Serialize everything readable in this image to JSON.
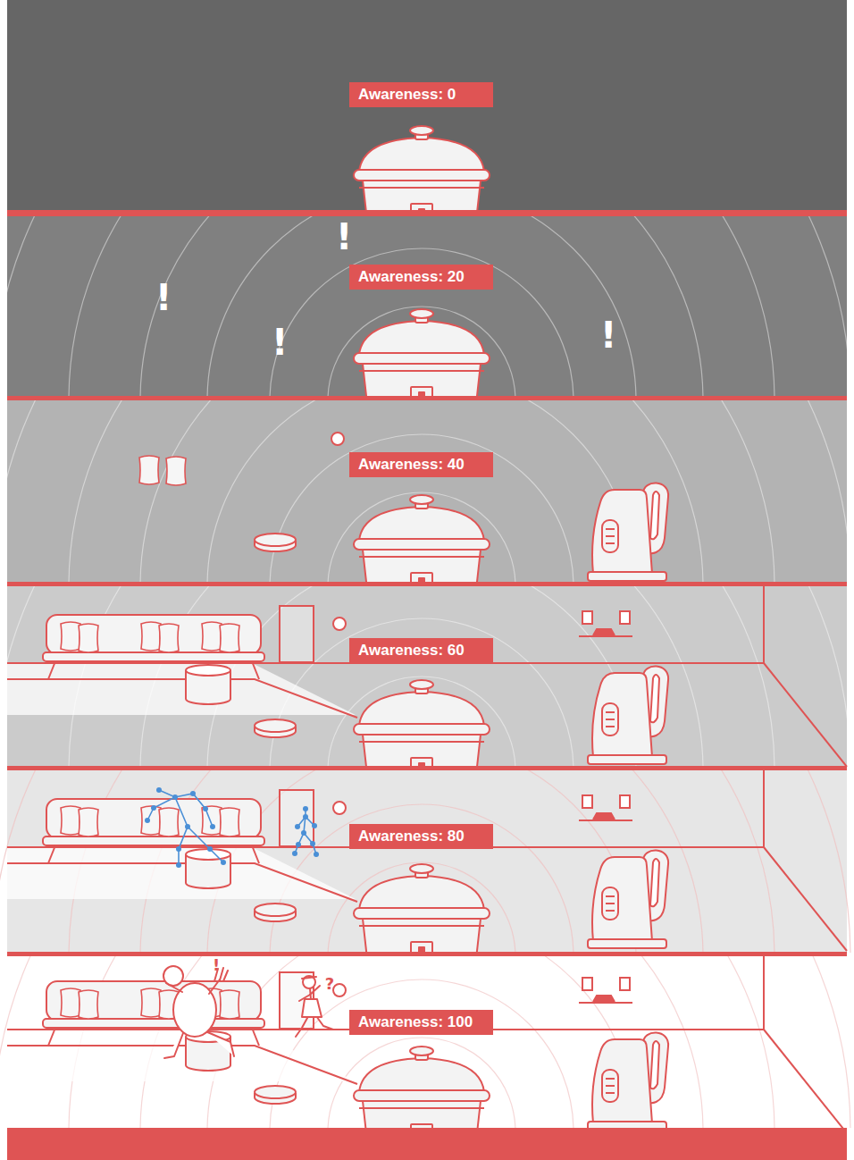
{
  "diagram": {
    "nodes": [
      {
        "text": [
          "Awareness: 0"
        ]
      },
      {
        "text": [
          "Awareness: 20"
        ]
      },
      {
        "text": [
          "Awareness: 40"
        ]
      },
      {
        "text": [
          "Awareness: 60"
        ]
      },
      {
        "text": [
          "Awareness: 80"
        ]
      },
      {
        "text": [
          "Awareness: 100"
        ]
      }
    ],
    "labels": [
      "!",
      "!",
      "!",
      "!",
      "!",
      "?"
    ]
  }
}
